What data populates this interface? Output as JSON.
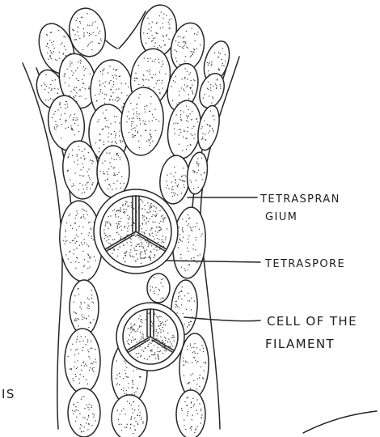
{
  "diagram": {
    "labels": {
      "tetrasporangium_line1": "TETRASPRAN",
      "tetrasporangium_line2": "GIUM",
      "tetraspore": "TETRASPORE",
      "cell_line1": "CELL OF THE",
      "cell_line2": "FILAMENT",
      "margin_text": "IS"
    }
  }
}
